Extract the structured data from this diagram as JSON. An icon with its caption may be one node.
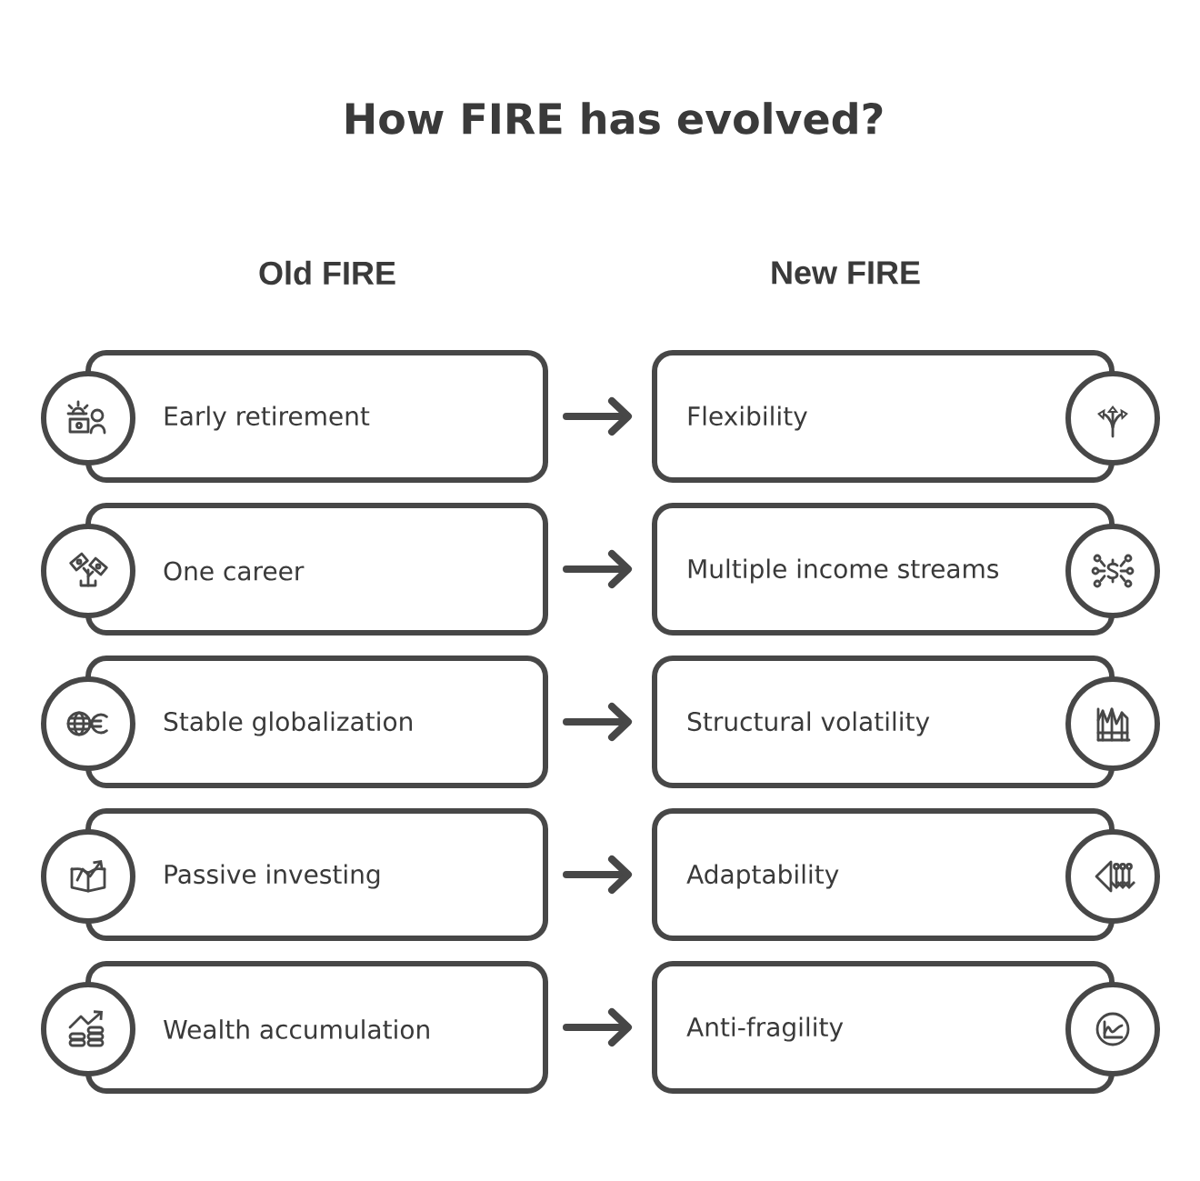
{
  "diagram": {
    "title": "How FIRE has evolved?",
    "nodes": [
      {
        "text": [
          "Early retirement"
        ]
      },
      {
        "text": [
          "Flexibility"
        ]
      },
      {
        "text": [
          "One career"
        ]
      },
      {
        "text": [
          "Multiple income streams"
        ]
      },
      {
        "text": [
          "Stable globalization"
        ]
      },
      {
        "text": [
          "Structural volatility"
        ]
      },
      {
        "text": [
          "Passive investing"
        ]
      },
      {
        "text": [
          "Adaptability"
        ]
      },
      {
        "text": [
          "Wealth accumulation"
        ]
      },
      {
        "text": [
          "Anti-fragility"
        ]
      }
    ],
    "edges": [
      {
        "from": 0,
        "to": 1,
        "arrow": "to"
      },
      {
        "from": 2,
        "to": 3,
        "arrow": "to"
      },
      {
        "from": 4,
        "to": 5,
        "arrow": "to"
      },
      {
        "from": 6,
        "to": 7,
        "arrow": "to"
      },
      {
        "from": 8,
        "to": 9,
        "arrow": "to"
      }
    ],
    "labels": [
      "Old FIRE",
      "New FIRE"
    ]
  }
}
